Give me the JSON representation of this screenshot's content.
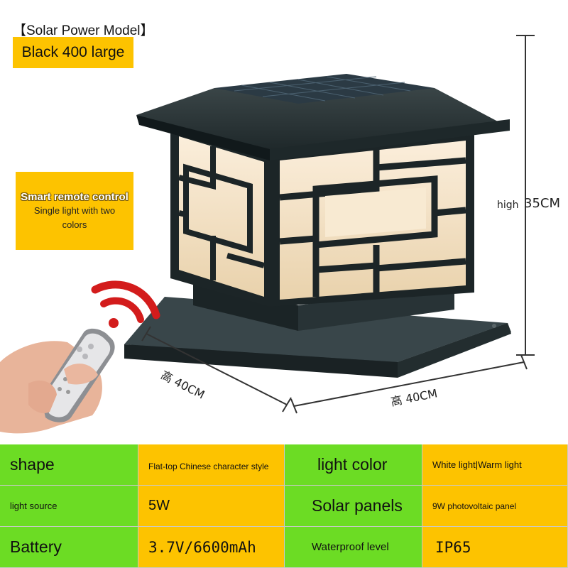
{
  "header": {
    "model_title": "【Solar Power Model】",
    "model_value": "Black 400 large"
  },
  "remote_badge": {
    "line1": "Smart remote control",
    "line2": "Single light with two colors"
  },
  "dimensions": {
    "height_label": "high",
    "height_value": "35CM",
    "depth_label": "高 40CM",
    "width_label": "高 40CM"
  },
  "specs": {
    "shape_label": "shape",
    "shape_value": "Flat-top Chinese character style",
    "light_color_label": "light color",
    "light_color_value": "White light|Warm light",
    "light_source_label": "light source",
    "light_source_value": "5W",
    "solar_panels_label": "Solar panels",
    "solar_panels_value": "9W photovoltaic panel",
    "battery_label": "Battery",
    "battery_value": "3.7V/6600mAh",
    "waterproof_label": "Waterproof level",
    "waterproof_value": "IP65"
  },
  "colors": {
    "yellow_accent": "#fdc300",
    "green_accent": "#6cdc24",
    "lamp_body": "#1f2a2c",
    "glass_glow": "#f6e8cf",
    "signal_red": "#d31c1c"
  },
  "icons": [
    "remote-control-icon",
    "wireless-signal-icon",
    "solar-lamp-image"
  ]
}
